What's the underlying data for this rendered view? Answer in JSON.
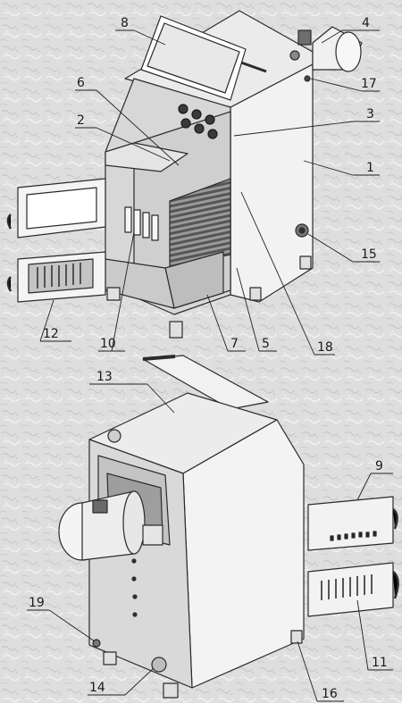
{
  "figure": {
    "background_color": "#dcdcdc",
    "line_color": "#2b2b2b",
    "callouts": {
      "c1": "1",
      "c2": "2",
      "c3": "3",
      "c4": "4",
      "c5": "5",
      "c6": "6",
      "c7": "7",
      "c8": "8",
      "c9": "9",
      "c10": "10",
      "c11": "11",
      "c12": "12",
      "c13": "13",
      "c14": "14",
      "c15": "15",
      "c16": "16",
      "c17": "17",
      "c18": "18",
      "c19": "19"
    }
  }
}
